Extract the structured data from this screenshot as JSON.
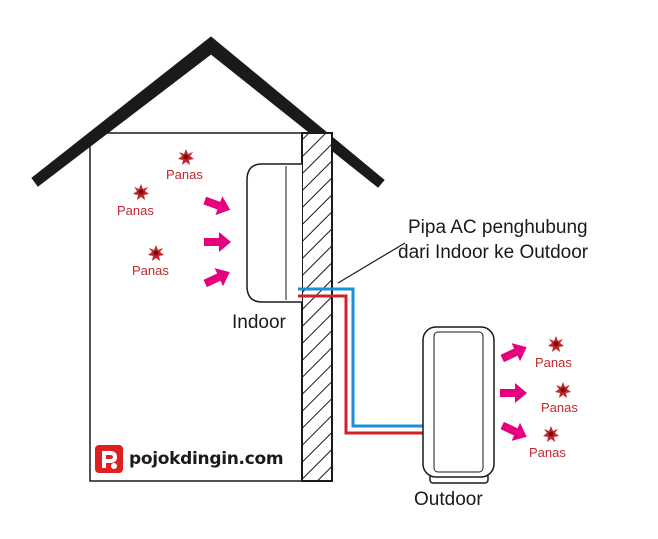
{
  "labels": {
    "indoor": "Indoor",
    "outdoor": "Outdoor",
    "pipe_line1": "Pipa AC penghubung",
    "pipe_line2": "dari Indoor ke Outdoor",
    "panas": "Panas",
    "brand": "pojokdingin.com"
  },
  "colors": {
    "heat_text": "#c1272d",
    "heat_burst": "#c1272d",
    "arrow": "#e6007e",
    "pipe_cold": "#1b8fd8",
    "pipe_hot": "#d0202a",
    "outline": "#1a1a1a",
    "brand_red": "#e02020"
  },
  "icons": {
    "heat": "sun-burst-icon",
    "flow": "arrow-right-icon",
    "logo": "pd-logo-icon"
  }
}
